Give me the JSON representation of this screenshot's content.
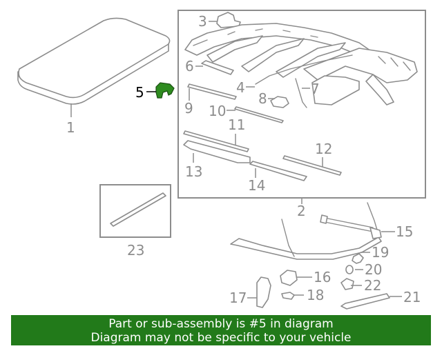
{
  "diagram": {
    "highlight_color": "#2e8b1f",
    "line_color": "#8c8c8c",
    "highlighted_part": "5",
    "callouts": {
      "c1": "1",
      "c2": "2",
      "c3": "3",
      "c4": "4",
      "c5": "5",
      "c6": "6",
      "c7": "7",
      "c8": "8",
      "c9": "9",
      "c10": "10",
      "c11": "11",
      "c12": "12",
      "c13": "13",
      "c14": "14",
      "c15": "15",
      "c16": "16",
      "c17": "17",
      "c18": "18",
      "c19": "19",
      "c20": "20",
      "c21": "21",
      "c22": "22",
      "c23": "23"
    }
  },
  "banner": {
    "color": "#227a1a",
    "line1": "Part or sub-assembly is #5 in diagram",
    "line2": "Diagram may not be specific to your vehicle"
  }
}
